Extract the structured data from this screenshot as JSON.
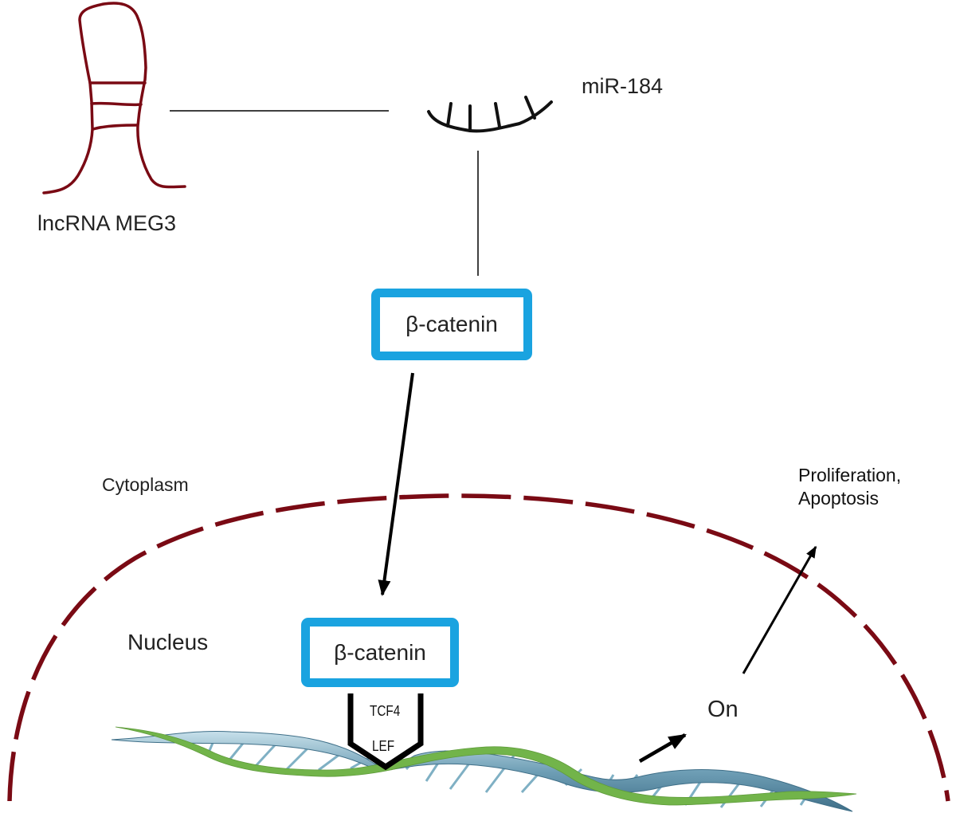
{
  "diagram": {
    "title": "lncRNA MEG3 / miR-184 / β-catenin signaling pathway",
    "nodes": {
      "lncrna": {
        "label": "lncRNA MEG3",
        "icon": "rna-hairpin-icon"
      },
      "mirna": {
        "label": "miR-184",
        "icon": "mirna-comb-icon"
      },
      "bcatenin_cyto": {
        "label": "β-catenin"
      },
      "bcatenin_nuc": {
        "label": "β-catenin"
      },
      "tf": {
        "label_top": "TCF4",
        "label_bottom": "LEF"
      },
      "dna": {
        "icon": "dna-double-helix-icon"
      },
      "on": {
        "label": "On"
      },
      "outcome": {
        "line1": "Proliferation,",
        "line2": "Apoptosis"
      }
    },
    "regions": {
      "cytoplasm": "Cytoplasm",
      "nucleus": "Nucleus"
    },
    "edges": [
      {
        "from": "lncRNA MEG3",
        "to": "miR-184",
        "type": "inhibition"
      },
      {
        "from": "miR-184",
        "to": "β-catenin",
        "type": "inhibition"
      },
      {
        "from": "β-catenin (cytoplasm)",
        "to": "β-catenin (nucleus)",
        "type": "translocation"
      },
      {
        "from": "DNA",
        "to": "On",
        "type": "activation"
      },
      {
        "from": "On",
        "to": "Proliferation, Apoptosis",
        "type": "activation"
      }
    ],
    "colors": {
      "rna": "#7a0a14",
      "membrane": "#7a0a14",
      "box_border": "#1aa3e0",
      "dna_blue": "#4a7f98",
      "dna_light": "#a8cbd9",
      "dna_green": "#72b44a",
      "line": "#000000"
    }
  }
}
